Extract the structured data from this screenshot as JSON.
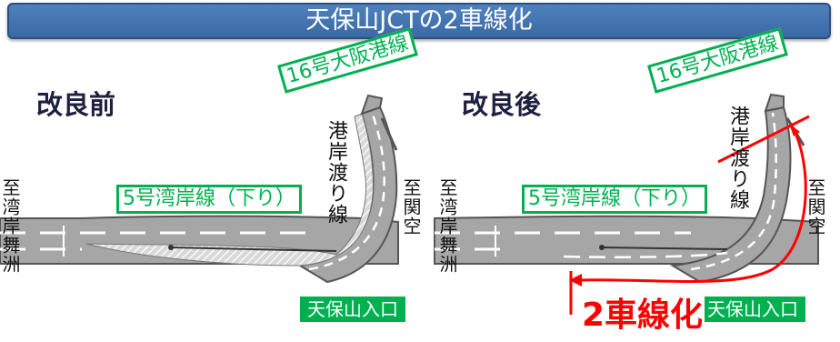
{
  "title": "天保山JCTの2車線化",
  "panels": {
    "before": {
      "label": "改良前",
      "route16": "16号大阪港線",
      "route5": "5号湾岸線（下り）",
      "ramp": "港岸渡り線",
      "to_kansai": "至関空",
      "from_bay": "至湾岸舞洲",
      "entrance": "天保山入口"
    },
    "after": {
      "label": "改良後",
      "route16": "16号大阪港線",
      "route5": "5号湾岸線（下り）",
      "ramp": "港岸渡り線",
      "to_kansai": "至関空",
      "from_bay": "至湾岸舞洲",
      "entrance": "天保山入口",
      "callout": "2車線化"
    }
  },
  "colors": {
    "title_bg": "#4f81bd",
    "road": "#a6a6a6",
    "road_edge": "#555555",
    "label_green": "#00b050",
    "highlight_red": "#ff0000"
  }
}
